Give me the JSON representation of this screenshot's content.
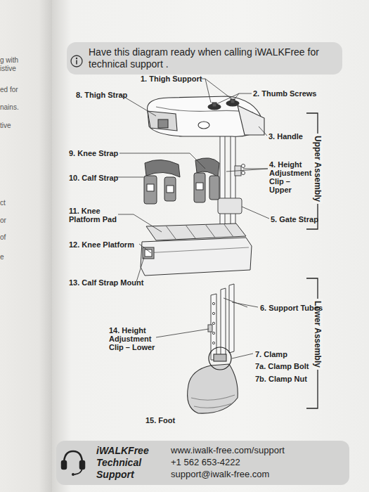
{
  "diagram": {
    "nodes": [
      {
        "text": [
          "Have this diagram ready when calling iWALKFree for technical support ."
        ]
      },
      {
        "text": [
          "iWALKFree Technical Support",
          "www.iwalk-free.com/support",
          "+1 562 653-4222",
          "support@iwalk-free.com"
        ]
      }
    ],
    "labels": [
      "g with",
      "istive",
      "ed for",
      "nains.",
      "tive",
      "ct",
      "or",
      "of",
      "e",
      "1. Thigh Support",
      "2. Thumb Screws",
      "8. Thigh Strap",
      "3. Handle",
      "9. Knee Strap",
      "4. Height Adjustment Clip – Upper",
      "10. Calf Strap",
      "Upper Assembly",
      "11. Knee Platform Pad",
      "5. Gate Strap",
      "12. Knee Platform",
      "13. Calf Strap Mount",
      "Lower Assembly",
      "6. Support Tubes",
      "14. Height Adjustment Clip – Lower",
      "7. Clamp",
      "7a. Clamp Bolt",
      "7b. Clamp Nut",
      "15. Foot"
    ]
  }
}
